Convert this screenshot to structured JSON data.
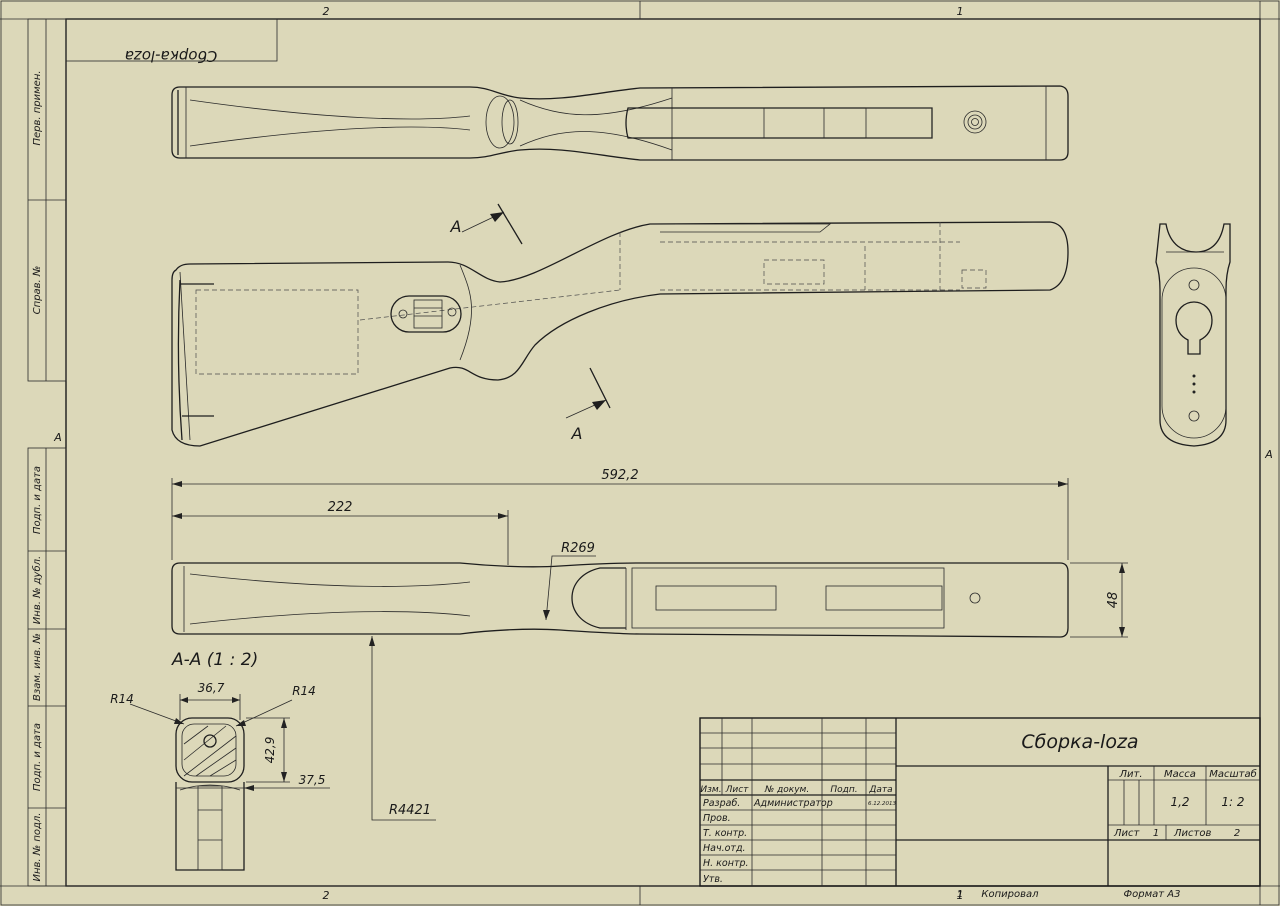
{
  "mirrored_title": "Сборка-loza",
  "zone_top_left": "2",
  "zone_top_right": "1",
  "zone_bottom_left": "2",
  "zone_bottom_right": "1",
  "zone_left_mid": "A",
  "zone_right_mid": "A",
  "side_labels": [
    "Перв. примен.",
    "Справ. №",
    "Подп. и дата",
    "Инв. № дубл.",
    "Взам. инв. №",
    "Подп. и дата",
    "Инв. № подл."
  ],
  "section_marks": {
    "upper": "A",
    "lower": "A"
  },
  "dimensions": {
    "overall_length": "592,2",
    "grip_length": "222",
    "radius_r269": "R269",
    "height_48": "48",
    "radius_r4421": "R4421"
  },
  "section_view": {
    "title": "A-A (1 : 2)",
    "r_left": "R14",
    "r_right": "R14",
    "width_top": "36,7",
    "height": "42,9",
    "width_bottom": "37,5"
  },
  "title_block": {
    "name": "Сборка-loza",
    "col_headers": [
      "Изм.",
      "Лист",
      "№ докум.",
      "Подп.",
      "Дата"
    ],
    "rows": [
      {
        "label": "Разраб.",
        "name": "Администратор",
        "date": "6.12.2013"
      },
      {
        "label": "Пров.",
        "name": "",
        "date": ""
      },
      {
        "label": "Т. контр.",
        "name": "",
        "date": ""
      },
      {
        "label": "Нач.отд.",
        "name": "",
        "date": ""
      },
      {
        "label": "Н. контр.",
        "name": "",
        "date": ""
      },
      {
        "label": "Утв.",
        "name": "",
        "date": ""
      }
    ],
    "lit_label": "Лит.",
    "mass_label": "Масса",
    "scale_label": "Масштаб",
    "mass_value": "1,2",
    "scale_value": "1: 2",
    "sheet_label": "Лист",
    "sheet_value": "1",
    "sheets_label": "Листов",
    "sheets_value": "2"
  },
  "footer": {
    "index": "1",
    "copied": "Копировал",
    "format": "Формат А3"
  }
}
